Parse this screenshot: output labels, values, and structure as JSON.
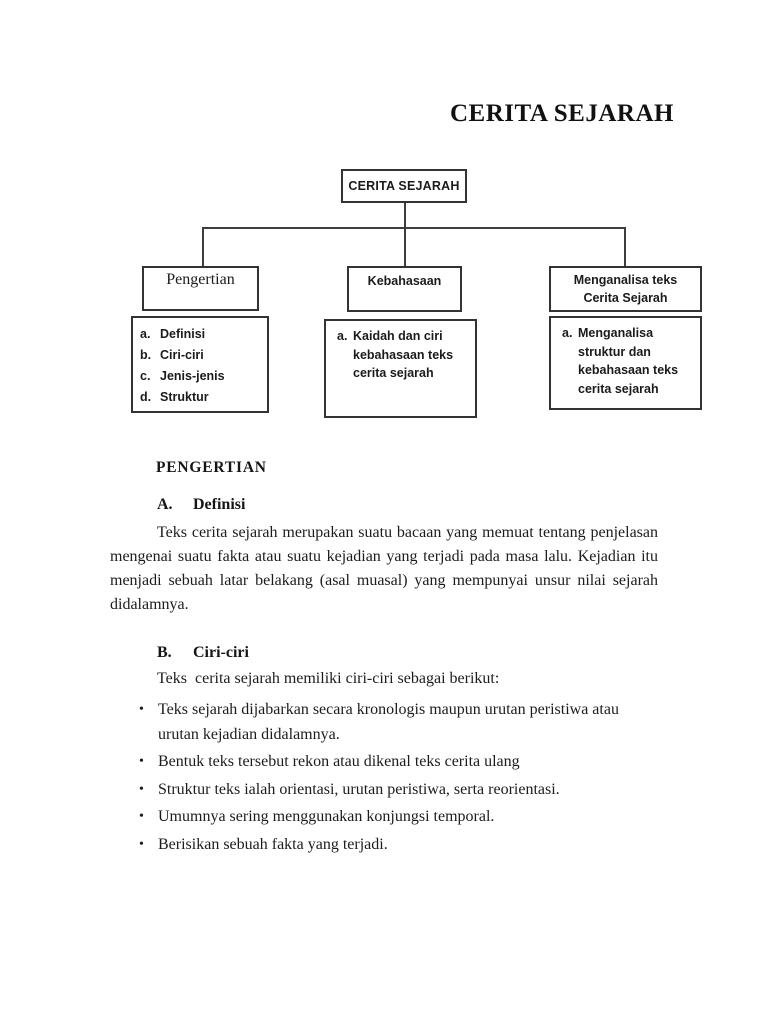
{
  "document": {
    "title": "CERITA SEJARAH"
  },
  "diagram": {
    "root_label": "CERITA SEJARAH",
    "branches": [
      {
        "title": "Pengertian",
        "items": [
          {
            "marker": "a.",
            "text": "Definisi"
          },
          {
            "marker": "b.",
            "text": "Ciri-ciri"
          },
          {
            "marker": "c.",
            "text": "Jenis-jenis"
          },
          {
            "marker": "d.",
            "text": "Struktur"
          }
        ]
      },
      {
        "title": "Kebahasaan",
        "items": [
          {
            "marker": "a.",
            "text": "Kaidah dan ciri kebahasaan teks cerita sejarah"
          }
        ]
      },
      {
        "title": "Menganalisa teks Cerita Sejarah",
        "items": [
          {
            "marker": "a.",
            "text": "Menganalisa struktur dan kebahasaan teks cerita sejarah"
          }
        ]
      }
    ]
  },
  "sections": {
    "heading": "PENGERTIAN",
    "definisi": {
      "marker": "A.",
      "title": "Definisi",
      "body": "Teks cerita sejarah merupakan suatu bacaan yang memuat tentang penjelasan mengenai suatu fakta atau suatu kejadian yang terjadi pada masa lalu. Kejadian itu menjadi sebuah latar belakang (asal muasal) yang mempunyai unsur nilai sejarah didalamnya."
    },
    "ciri": {
      "marker": "B.",
      "title": "Ciri-ciri",
      "intro": "Teks  cerita sejarah memiliki ciri-ciri sebagai berikut:",
      "bullet_glyph": "•",
      "bullets": [
        "Teks sejarah dijabarkan secara kronologis maupun urutan peristiwa atau urutan kejadian didalamnya.",
        "Bentuk teks tersebut rekon atau dikenal teks cerita ulang",
        "Struktur teks ialah orientasi, urutan peristiwa, serta reorientasi.",
        "Umumnya sering menggunakan konjungsi temporal.",
        "Berisikan sebuah fakta yang terjadi."
      ]
    }
  }
}
